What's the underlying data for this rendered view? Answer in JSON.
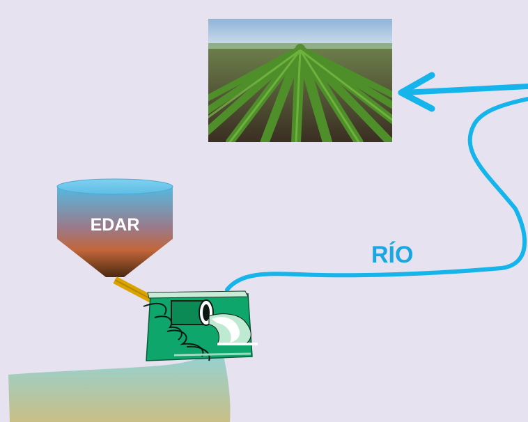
{
  "labels": {
    "edar": "EDAR",
    "river": "RÍO"
  },
  "colors": {
    "background": "#e6e2ef",
    "river": "#15b4ea",
    "river_label": "#1aa6e0",
    "pipe": "#d9a300",
    "outfall_green": "#0ea66a"
  },
  "icons": {
    "field": "crop-field-photo",
    "plant": "edar-tank-icon",
    "outfall": "water-outfall-icon",
    "arrow": "arrow-left-icon"
  }
}
